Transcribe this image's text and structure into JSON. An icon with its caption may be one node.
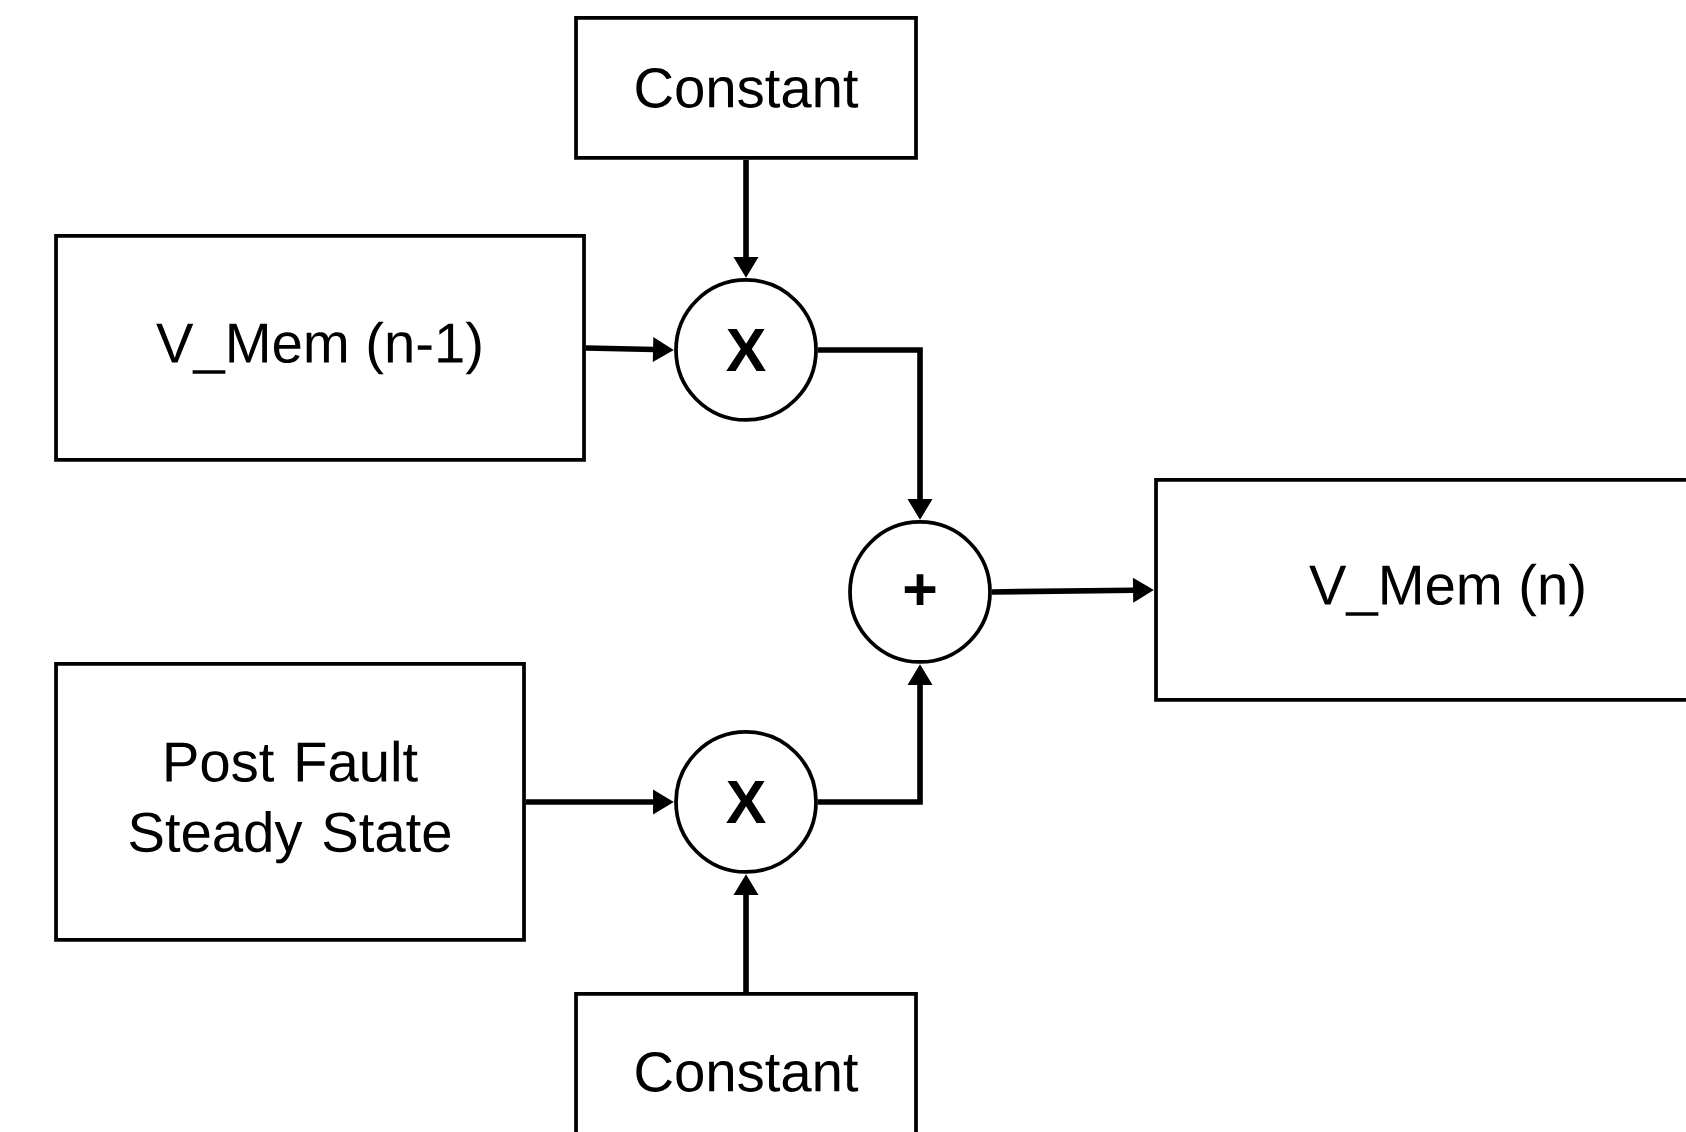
{
  "diagram": {
    "nodes": [
      {
        "text": [
          "Constant"
        ]
      },
      {
        "text": [
          "V_Mem (n-1)"
        ]
      },
      {
        "text": [
          "X"
        ]
      },
      {
        "text": [
          "+"
        ]
      },
      {
        "text": [
          "V_Mem (n)"
        ]
      },
      {
        "text": [
          "Post Fault Steady State"
        ]
      },
      {
        "text": [
          "X"
        ]
      },
      {
        "text": [
          "Constant"
        ]
      }
    ],
    "edges": [
      {
        "from": 0,
        "to": 2,
        "arrow": "to"
      },
      {
        "from": 1,
        "to": 2,
        "arrow": "to"
      },
      {
        "from": 2,
        "to": 3,
        "arrow": "to"
      },
      {
        "from": 6,
        "to": 3,
        "arrow": "to"
      },
      {
        "from": 3,
        "to": 4,
        "arrow": "to"
      },
      {
        "from": 5,
        "to": 6,
        "arrow": "to"
      },
      {
        "from": 7,
        "to": 6,
        "arrow": "to"
      }
    ]
  }
}
